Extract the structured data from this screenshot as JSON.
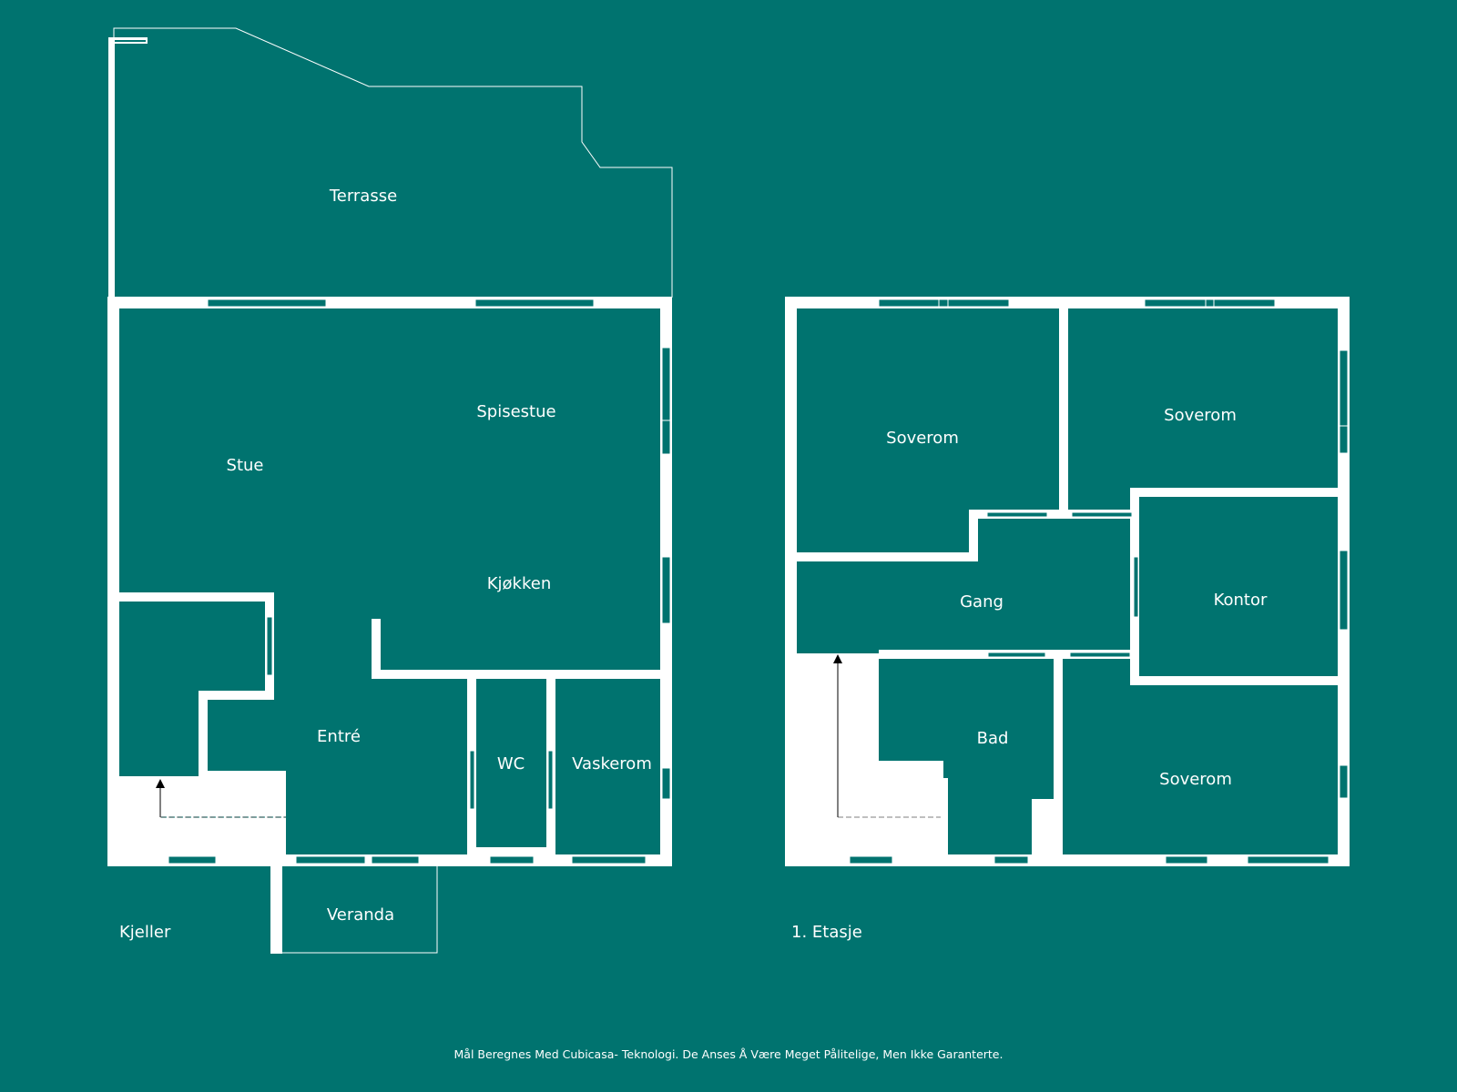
{
  "colors": {
    "background": "#00736f",
    "walls": "#ffffff"
  },
  "floors": {
    "basement": {
      "label": "Kjeller",
      "rooms": {
        "terrace": "Terrasse",
        "living": "Stue",
        "dining": "Spisestue",
        "kitchen": "Kjøkken",
        "entrance": "Entré",
        "wc": "WC",
        "laundry": "Vaskerom",
        "veranda": "Veranda"
      }
    },
    "first": {
      "label": "1. Etasje",
      "rooms": {
        "bedroom_nw": "Soverom",
        "bedroom_ne": "Soverom",
        "hallway": "Gang",
        "office": "Kontor",
        "bathroom": "Bad",
        "bedroom_se": "Soverom"
      }
    }
  },
  "footnote": "Mål Beregnes Med Cubicasa- Teknologi. De Anses Å Være Meget Pålitelige, Men Ikke Garanterte."
}
